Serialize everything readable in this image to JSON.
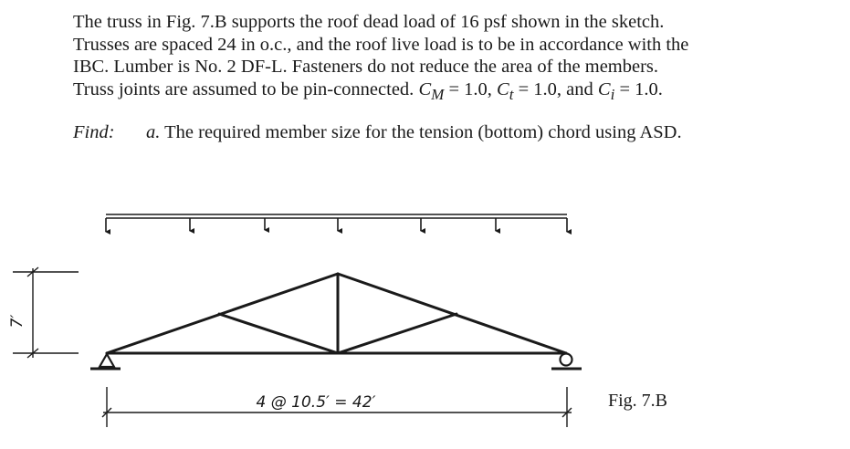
{
  "problem": {
    "lines": [
      "The truss in Fig. 7.B supports the roof dead load of 16 psf shown in the sketch.",
      "Trusses are spaced 24 in o.c., and the roof live load is to be in accordance with the",
      "IBC. Lumber is No. 2 DF-L. Fasteners do not reduce the area of the members.",
      "Truss joints are assumed to be pin-connected."
    ],
    "factors": [
      {
        "symbol": "C",
        "sub": "M",
        "value": " = 1.0"
      },
      {
        "symbol": "C",
        "sub": "t",
        "value": " = 1.0"
      },
      {
        "symbol": "C",
        "sub": "i",
        "value": " = 1.0"
      }
    ]
  },
  "find": {
    "label": "Find:",
    "item_letter": "a.",
    "item_text": "The required member size for the tension (bottom) chord using ASD."
  },
  "figure": {
    "height_label": "7′",
    "span_label": "4 @ 10.5′ = 42′",
    "caption": "Fig. 7.B"
  }
}
